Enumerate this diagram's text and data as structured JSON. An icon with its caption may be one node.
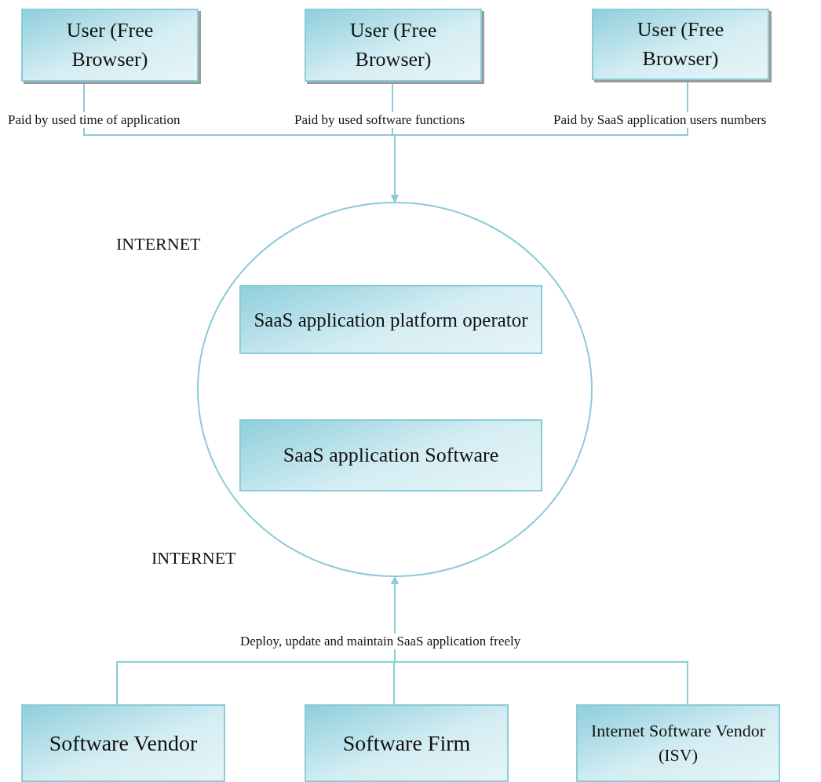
{
  "diagram": {
    "nodes": [
      {
        "text": [
          "User (Free Browser)"
        ]
      },
      {
        "text": [
          "User (Free Browser)"
        ]
      },
      {
        "text": [
          "User (Free Browser)"
        ]
      },
      {
        "text": [],
        "shape": "circle"
      },
      {
        "text": [
          "SaaS application platform operator"
        ],
        "in": 3
      },
      {
        "text": [
          "SaaS application Software"
        ],
        "in": 3
      },
      {
        "text": [
          "Software Vendor"
        ]
      },
      {
        "text": [
          "Software Firm"
        ]
      },
      {
        "text": [
          "Internet Software Vendor (ISV)"
        ]
      }
    ],
    "edges": [
      {
        "from": 0,
        "to": 3,
        "arrow": "to",
        "label": "Paid by used time of application"
      },
      {
        "from": 1,
        "to": 3,
        "arrow": "to",
        "label": "Paid by used software functions"
      },
      {
        "from": 2,
        "to": 3,
        "arrow": "to",
        "label": "Paid by SaaS application users numbers"
      },
      {
        "from": 6,
        "to": 3,
        "arrow": "to"
      },
      {
        "from": 7,
        "to": 3,
        "arrow": "to",
        "label": "Deploy, update and maintain SaaS application freely"
      },
      {
        "from": 8,
        "to": 3,
        "arrow": "to"
      }
    ],
    "labels": [
      "INTERNET",
      "INTERNET"
    ]
  }
}
